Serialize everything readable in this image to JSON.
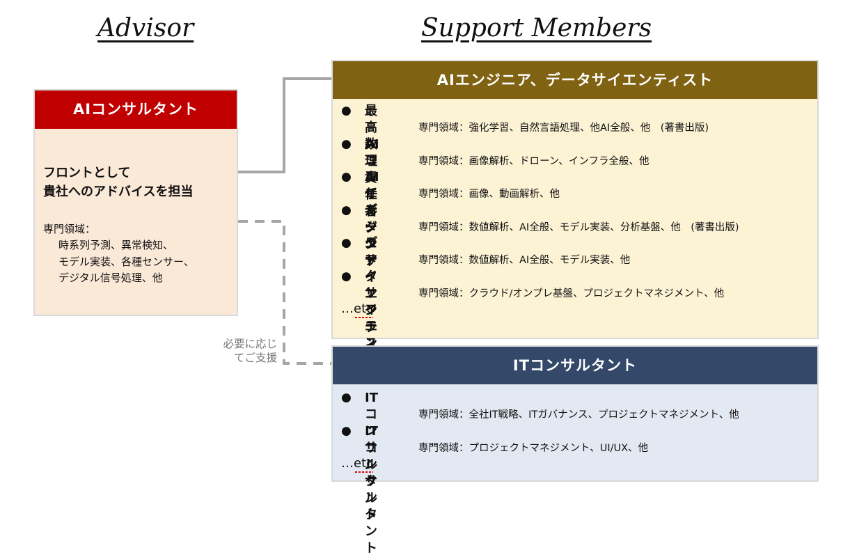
{
  "headings": {
    "advisor": "Advisor",
    "support": "Support Members"
  },
  "advisor": {
    "title": "AIコンサルタント",
    "front_lines": [
      "フロントとして",
      "貴社へのアドバイスを担当"
    ],
    "domain_label": "専門領域：",
    "domains": [
      "時系列予測、異常検知、",
      "モデル実装、各種センサー、",
      "デジタル信号処理、他"
    ]
  },
  "ai_team": {
    "title": "AIエンジニア、データサイエンティスト",
    "members": [
      {
        "title": "最高数理責任者",
        "detail": "専門領域：強化学習、自然言語処理、他AI全般、他　(著書出版)"
      },
      {
        "title": "AIコンサルタント",
        "detail": "専門領域：画像解析、ドローン、インフラ全般、他"
      },
      {
        "title": "AIエンジニア",
        "detail": "専門領域：画像、動画解析、他"
      },
      {
        "title": "データサイエンティスト",
        "detail": "専門領域：数値解析、AI全般、モデル実装、分析基盤、他　(著書出版)"
      },
      {
        "title": "データサイエンティスト",
        "detail": "専門領域：数値解析、AI全般、モデル実装、他"
      },
      {
        "title": "インフラスペシャリスト",
        "detail": "専門領域：クラウド/オンプレ基盤、プロジェクトマネジメント、他"
      }
    ],
    "etc": "…etc"
  },
  "it_team": {
    "title": "ITコンサルタント",
    "members": [
      {
        "title": "ITコンサルタント",
        "detail": "専門領域：全社IT戦略、ITガバナンス、プロジェクトマネジメント、他"
      },
      {
        "title": "ITコンサルタント",
        "detail": "専門領域：プロジェクトマネジメント、UI/UX、他"
      }
    ],
    "etc": "…etc"
  },
  "support_note": [
    "必要に応じ",
    "てご支援"
  ],
  "colors": {
    "advisor_header": "#c00000",
    "advisor_bg": "#fbe9d8",
    "ai_header": "#7f6212",
    "ai_bg": "#fcf3d5",
    "it_header": "#34486a",
    "it_bg": "#e3e9f2",
    "connector": "#a6a6a6"
  }
}
